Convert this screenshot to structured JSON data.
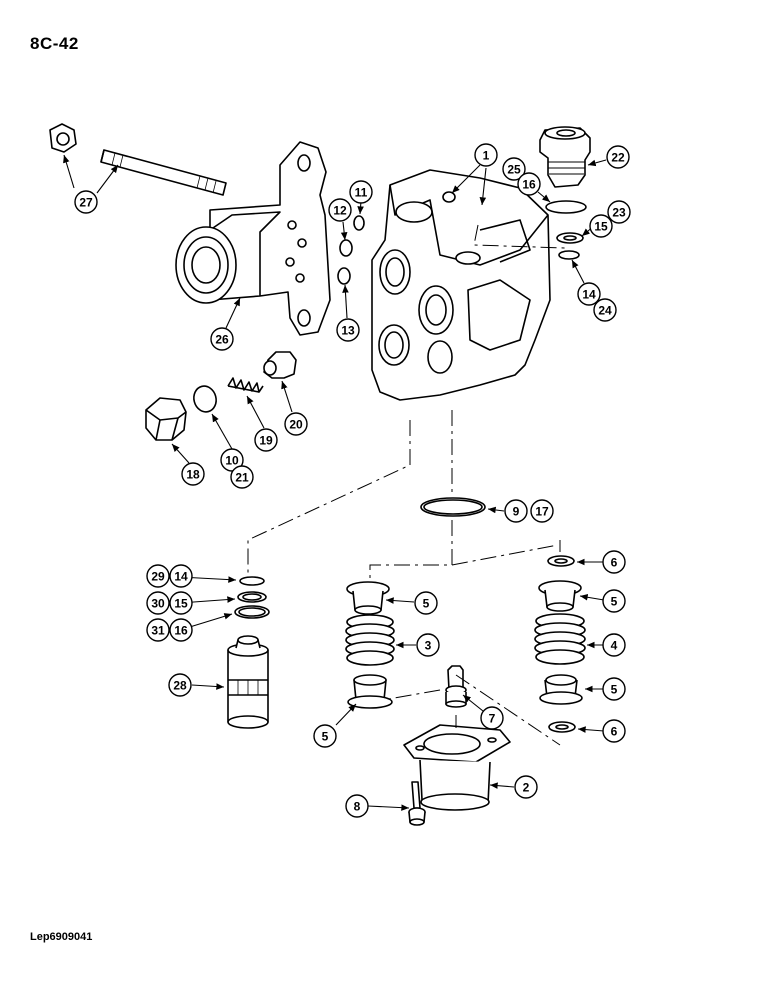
{
  "page": {
    "code": "8C-42",
    "drawing_code": "Lep6909041"
  },
  "callouts": [
    {
      "id": "c1",
      "label": "1"
    },
    {
      "id": "c22",
      "label": "22"
    },
    {
      "id": "c25",
      "label": "25"
    },
    {
      "id": "c16a",
      "label": "16"
    },
    {
      "id": "c23",
      "label": "23"
    },
    {
      "id": "c15a",
      "label": "15"
    },
    {
      "id": "c14a",
      "label": "14"
    },
    {
      "id": "c24",
      "label": "24"
    },
    {
      "id": "c27",
      "label": "27"
    },
    {
      "id": "c11",
      "label": "11"
    },
    {
      "id": "c12",
      "label": "12"
    },
    {
      "id": "c13",
      "label": "13"
    },
    {
      "id": "c26",
      "label": "26"
    },
    {
      "id": "c20",
      "label": "20"
    },
    {
      "id": "c19",
      "label": "19"
    },
    {
      "id": "c10",
      "label": "10"
    },
    {
      "id": "c21",
      "label": "21"
    },
    {
      "id": "c18",
      "label": "18"
    },
    {
      "id": "c9",
      "label": "9"
    },
    {
      "id": "c17",
      "label": "17"
    },
    {
      "id": "c29",
      "label": "29"
    },
    {
      "id": "c14b",
      "label": "14"
    },
    {
      "id": "c30",
      "label": "30"
    },
    {
      "id": "c15b",
      "label": "15"
    },
    {
      "id": "c31",
      "label": "31"
    },
    {
      "id": "c16b",
      "label": "16"
    },
    {
      "id": "c28",
      "label": "28"
    },
    {
      "id": "c5a",
      "label": "5"
    },
    {
      "id": "c3",
      "label": "3"
    },
    {
      "id": "c5b",
      "label": "5"
    },
    {
      "id": "c6a",
      "label": "6"
    },
    {
      "id": "c5c",
      "label": "5"
    },
    {
      "id": "c4",
      "label": "4"
    },
    {
      "id": "c5d",
      "label": "5"
    },
    {
      "id": "c6b",
      "label": "6"
    },
    {
      "id": "c7",
      "label": "7"
    },
    {
      "id": "c2",
      "label": "2"
    },
    {
      "id": "c8",
      "label": "8"
    }
  ]
}
